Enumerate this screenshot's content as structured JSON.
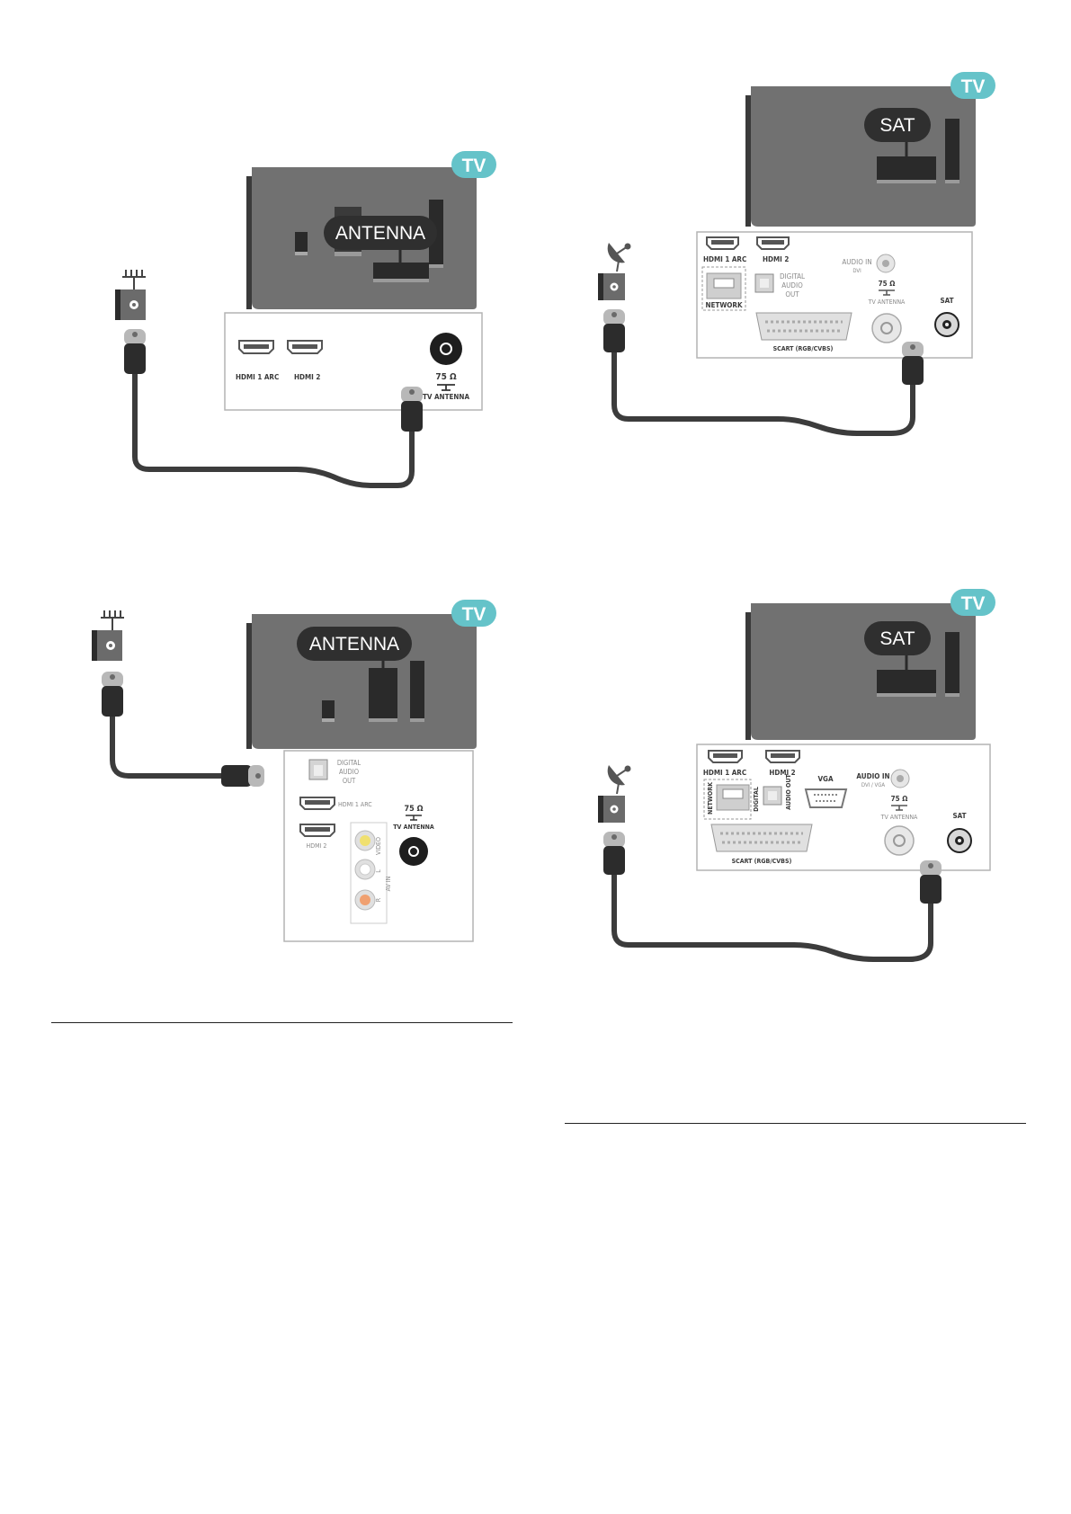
{
  "diagram_a": {
    "tv_badge": "TV",
    "pill_label": "ANTENNA",
    "ports": {
      "hdmi1": "HDMI 1 ARC",
      "hdmi2": "HDMI 2",
      "ohm": "75 Ω",
      "antenna": "TV ANTENNA"
    }
  },
  "diagram_b": {
    "tv_badge": "TV",
    "pill_label": "SAT",
    "ports": {
      "hdmi1": "HDMI 1 ARC",
      "hdmi2": "HDMI 2",
      "digital1": "DIGITAL",
      "digital2": "AUDIO",
      "digital3": "OUT",
      "audio_in": "AUDIO IN",
      "dvi": "DVI",
      "ohm": "75 Ω",
      "antenna": "TV ANTENNA",
      "sat": "SAT",
      "network": "NETWORK",
      "scart": "SCART (RGB/CVBS)"
    }
  },
  "diagram_c": {
    "tv_badge": "TV",
    "pill_label": "ANTENNA",
    "ports": {
      "digital1": "DIGITAL",
      "digital2": "AUDIO",
      "digital3": "OUT",
      "hdmi1": "HDMI 1 ARC",
      "hdmi2": "HDMI 2",
      "ohm": "75 Ω",
      "antenna": "TV ANTENNA",
      "video": "VIDEO",
      "l": "L",
      "r": "R",
      "av_in": "AV IN"
    }
  },
  "diagram_d": {
    "tv_badge": "TV",
    "pill_label": "SAT",
    "ports": {
      "hdmi1": "HDMI 1 ARC",
      "hdmi2": "HDMI 2",
      "vga": "VGA",
      "audio_in": "AUDIO IN",
      "dvi_vga": "DVI / VGA",
      "ohm": "75 Ω",
      "antenna": "TV ANTENNA",
      "sat": "SAT",
      "network": "NETWORK",
      "digital": "DIGITAL",
      "audio_out": "AUDIO OUT",
      "scart": "SCART (RGB/CVBS)"
    }
  },
  "colors": {
    "tv_panel": "#717171",
    "tv_panel_dark": "#3a3a3a",
    "badge": "#65c3c9",
    "cable": "#3c3c3c",
    "outline": "#b4b4b4"
  }
}
